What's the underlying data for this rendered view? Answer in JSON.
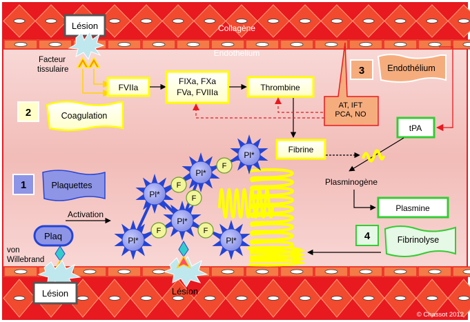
{
  "lesion_top": "Lésion",
  "lesion_bottom_box": "Lésion",
  "lesion_bottom_label": "Lésion",
  "collagen": "Collagène",
  "endothelium": "Endothelium",
  "tissue_factor": [
    "Facteur",
    "tissulaire"
  ],
  "fviia": "FVIIa",
  "fixa": [
    "FIXa, FXa",
    "FVa, FVIIIa"
  ],
  "thrombin": "Thrombine",
  "fibrin": "Fibrine",
  "plasminogen": "Plasminogène",
  "plasmin": "Plasmine",
  "tpa": "tPA",
  "inhibitors": [
    "AT, IFT",
    "PCA, NO"
  ],
  "activation": "Activation",
  "plaq": "Plaq",
  "von_willebrand": [
    "von",
    "Willebrand"
  ],
  "platelet_label": "Pl*",
  "fibrinogen_label": "F",
  "steps": [
    {
      "num": "1",
      "label": "Plaquettes"
    },
    {
      "num": "2",
      "label": "Coagulation"
    },
    {
      "num": "3",
      "label": "Endothélium"
    },
    {
      "num": "4",
      "label": "Fibrinolyse"
    }
  ],
  "copyright": "© Chassot 2012",
  "colors": {
    "vessel_red": "#e8191f",
    "lumen": "#f5c6c3",
    "yellow": "#ffff00",
    "blue_star": "#2344d6",
    "platelet": "#8e95e6",
    "green": "#33cc33",
    "orange": "#f6ad7e"
  }
}
